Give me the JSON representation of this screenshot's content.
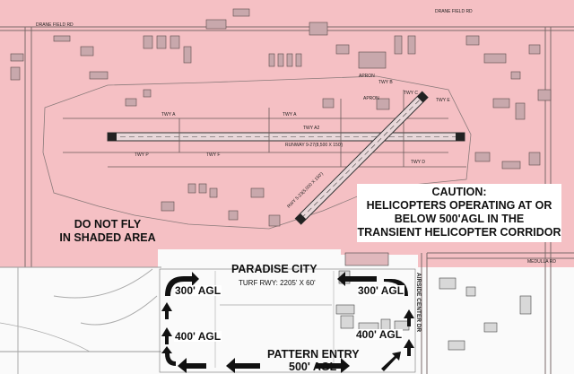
{
  "map": {
    "shaded_color": "#f5c0c4",
    "no_fly": {
      "line1": "DO NOT FLY",
      "line2": "IN SHADED AREA"
    },
    "caution": {
      "line1": "CAUTION:",
      "line2": "HELICOPTERS OPERATING AT OR",
      "line3": "BELOW 500'AGL IN THE",
      "line4": "TRANSIENT HELICOPTER CORRIDOR"
    },
    "paradise_city": {
      "name": "PARADISE CITY",
      "runway": "TURF RWY: 2205' X 60'"
    },
    "altitudes": {
      "nw": "300' AGL",
      "ne": "300' AGL",
      "sw": "400' AGL",
      "se": "400' AGL"
    },
    "pattern_entry": {
      "line1": "PATTERN ENTRY",
      "line2": "500' AGL"
    },
    "roads": {
      "airside_center": "AIRSIDE CENTER DR",
      "drane_field_w": "DRANE FIELD RD",
      "drane_field_e": "DRANE FIELD RD",
      "medulla": "MEDULLA RD"
    },
    "taxiways": {
      "a_west": "TWY A",
      "a_east": "TWY A",
      "a2": "TWY A2",
      "p": "TWY P",
      "f": "TWY F",
      "d": "TWY D",
      "b": "TWY B",
      "c": "TWY C",
      "e": "TWY E"
    },
    "runways": {
      "main": "RUNWAY 9-27(8,500 X 150')",
      "diagonal": "RWY 5-23(5,000 X 150')"
    },
    "apron": {
      "north": "APRON",
      "south": "APRON"
    }
  }
}
